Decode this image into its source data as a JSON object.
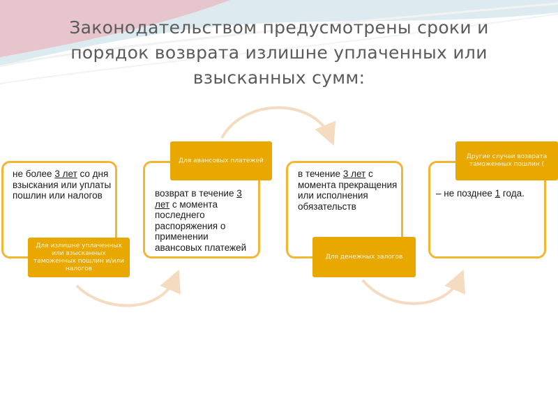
{
  "slide": {
    "title": "Законодательством предусмотрены сроки и порядок возврата излишне уплаченных или взысканных сумм:",
    "colors": {
      "border": "#f2b632",
      "tag": "#e9a800",
      "arc": "#f5dcc0",
      "title": "#5b5b5b"
    }
  },
  "boxes": [
    {
      "pre": "не более ",
      "term": "3 лет",
      "post": " со дня взыскания или уплаты пошлин или налогов",
      "tag": "Для излишне уплаченных или взысканных таможенных пошлин и/или налогов"
    },
    {
      "pre": "возврат в течение ",
      "term": "3 лет",
      "post": " с момента последнего распоряжения о применении авансовых платежей",
      "tag": "Для авансовых платежей"
    },
    {
      "pre": "в течение ",
      "term": "3 лет",
      "post": " с момента прекращения или исполнения обязательств",
      "tag": "Для денежных залогов"
    },
    {
      "pre": "– не позднее ",
      "term": "1",
      "post": " года.",
      "tag": "Другие случаи возврата таможенных пошлин ("
    }
  ]
}
